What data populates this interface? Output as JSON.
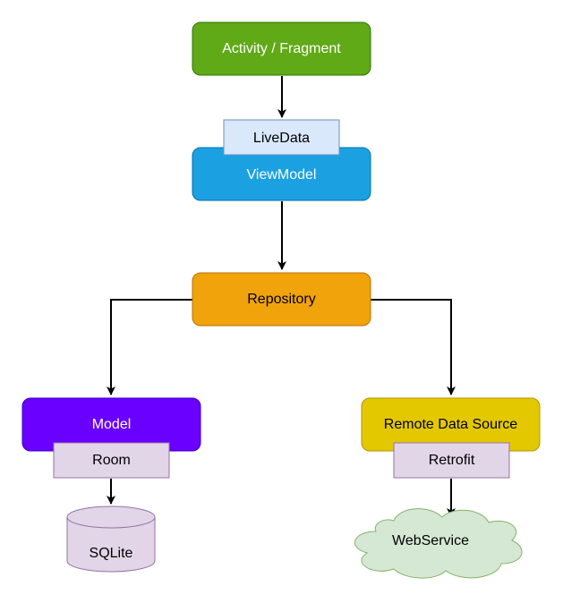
{
  "nodes": {
    "activity": {
      "label": "Activity / Fragment",
      "fill": "#60a917",
      "stroke": "#2d7600",
      "text_color": "#ffffff"
    },
    "livedata": {
      "label": "LiveData",
      "fill": "#dae8fc",
      "stroke": "#6c8ebf",
      "text_color": "#000000"
    },
    "viewmodel": {
      "label": "ViewModel",
      "fill": "#1ba1e2",
      "stroke": "#006eaf",
      "text_color": "#ffffff"
    },
    "repository": {
      "label": "Repository",
      "fill": "#f0a30a",
      "stroke": "#bd7000",
      "text_color": "#000000"
    },
    "model": {
      "label": "Model",
      "fill": "#6a00ff",
      "stroke": "#3700cc",
      "text_color": "#ffffff"
    },
    "room": {
      "label": "Room",
      "fill": "#e1d5e7",
      "stroke": "#9673a6",
      "text_color": "#000000"
    },
    "sqlite": {
      "label": "SQLite",
      "fill": "#e1d5e7",
      "stroke": "#9673a6",
      "text_color": "#000000"
    },
    "remote": {
      "label": "Remote Data Source",
      "fill": "#e3c800",
      "stroke": "#b09500",
      "text_color": "#000000"
    },
    "retrofit": {
      "label": "Retrofit",
      "fill": "#e1d5e7",
      "stroke": "#9673a6",
      "text_color": "#000000"
    },
    "webservice": {
      "label": "WebService",
      "fill": "#d5e8d4",
      "stroke": "#82b366",
      "text_color": "#000000"
    }
  },
  "edges": [
    {
      "from": "activity",
      "to": "livedata"
    },
    {
      "from": "viewmodel",
      "to": "repository"
    },
    {
      "from": "repository",
      "to": "model"
    },
    {
      "from": "repository",
      "to": "remote"
    },
    {
      "from": "room",
      "to": "sqlite"
    },
    {
      "from": "retrofit",
      "to": "webservice"
    }
  ]
}
